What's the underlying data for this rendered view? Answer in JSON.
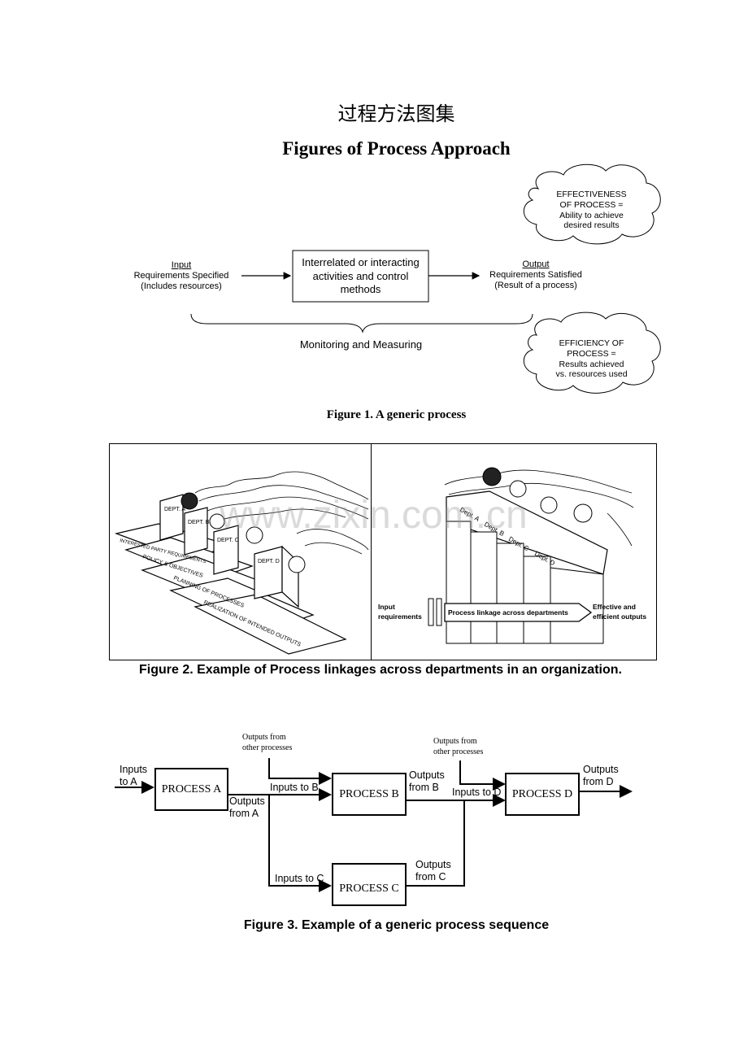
{
  "header": {
    "title_cn": "过程方法图集",
    "title_en": "Figures of Process Approach"
  },
  "figure1": {
    "input_label": "Input",
    "input_line1": "Requirements Specified",
    "input_line2": "(Includes resources)",
    "process_box_line1": "Interrelated or interacting",
    "process_box_line2": "activities and control",
    "process_box_line3": "methods",
    "output_label": "Output",
    "output_line1": "Requirements Satisfied",
    "output_line2": "(Result of a process)",
    "monitoring": "Monitoring and Measuring",
    "cloud_effectiveness": [
      "EFFECTIVENESS",
      "OF PROCESS =",
      "Ability to achieve",
      "desired results"
    ],
    "cloud_efficiency": [
      "EFFICIENCY OF",
      "PROCESS =",
      "Results achieved",
      "vs. resources used"
    ],
    "caption": "Figure 1. A generic process"
  },
  "figure2": {
    "left_labels": {
      "dept_a": "DEPT. A",
      "dept_b": "DEPT. B",
      "dept_c": "DEPT. C",
      "dept_d": "DEPT. D",
      "row1": "INTERESTED PARTY REQUIREMENTS",
      "row2": "POLICY & OBJECTIVES",
      "row3": "PLANNING OF PROCESSES",
      "row4": "REALIZATION OF INTENDED OUTPUTS"
    },
    "right_labels": {
      "dept_a": "Dept. A",
      "dept_b": "Dept. B",
      "dept_c": "Dept. C",
      "dept_d": "Dept. D",
      "input_line1": "Input",
      "input_line2": "requirements",
      "arrow": "Process linkage across departments",
      "output_line1": "Effective and",
      "output_line2": "efficient outputs"
    },
    "watermark": "www.zixin.com.cn",
    "caption": "Figure 2. Example of Process linkages across departments in an organization."
  },
  "figure3": {
    "inputs_to_a_1": "Inputs",
    "inputs_to_a_2": "to A",
    "process_a": "PROCESS A",
    "outputs_from_a_1": "Outputs",
    "outputs_from_a_2": "from A",
    "outputs_other_1_line1": "Outputs from",
    "outputs_other_1_line2": "other processes",
    "inputs_to_b": "Inputs  to B",
    "process_b": "PROCESS B",
    "outputs_from_b_1": "Outputs",
    "outputs_from_b_2": "from B",
    "outputs_other_2_line1": "Outputs from",
    "outputs_other_2_line2": "other processes",
    "inputs_to_d": "Inputs  to D",
    "process_d": "PROCESS D",
    "outputs_from_d_1": "Outputs",
    "outputs_from_d_2": "from D",
    "inputs_to_c": "Inputs  to C",
    "process_c": "PROCESS C",
    "outputs_from_c_1": "Outputs",
    "outputs_from_c_2": "from C",
    "caption": "Figure 3. Example of a generic process sequence"
  }
}
